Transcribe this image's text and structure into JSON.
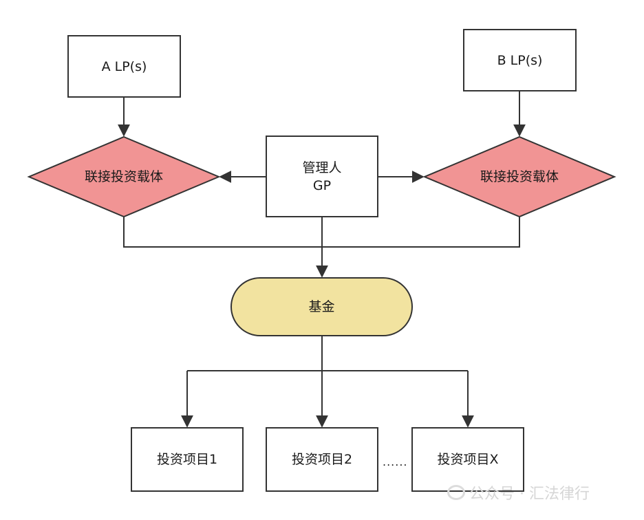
{
  "nodes": {
    "a_lp": "A LP(s)",
    "b_lp": "B LP(s)",
    "left_vehicle": "联接投资载体",
    "right_vehicle": "联接投资载体",
    "manager_line1": "管理人",
    "manager_line2": "GP",
    "fund": "基金",
    "project1": "投资项目1",
    "project2": "投资项目2",
    "projectx": "投资项目X",
    "ellipsis": "......"
  },
  "watermark": "公众号 · 汇法律行",
  "colors": {
    "diamond_fill": "#f19494",
    "fund_fill": "#f2e3a0",
    "line": "#333333"
  }
}
